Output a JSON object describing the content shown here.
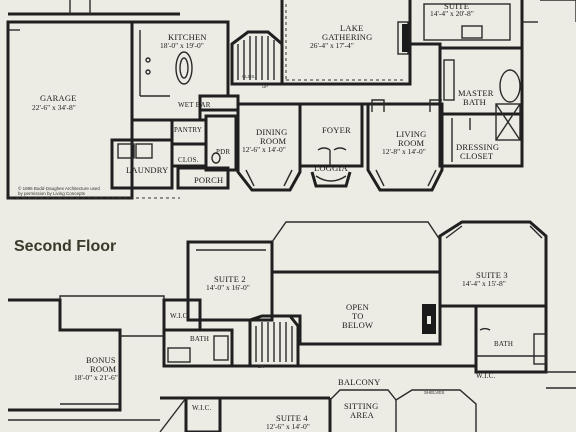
{
  "sections": {
    "second_floor": "Second Floor"
  },
  "rooms": {
    "garage": {
      "name": "GARAGE",
      "dims": "22'-6\" x 34'-8\""
    },
    "kitchen": {
      "name": "KITCHEN",
      "dims": "18'-0\" x 19'-0\""
    },
    "lake_gathering": {
      "name": "LAKE",
      "name2": "GATHERING",
      "dims": "26'-4\" x 17'-4\""
    },
    "suite_top": {
      "name": "SUITE",
      "dims": "14'-4\" x 20'-8\""
    },
    "master_bath": {
      "name": "MASTER",
      "name2": "BATH"
    },
    "wet_bar": {
      "name": "WET BAR"
    },
    "pantry": {
      "name": "PANTRY"
    },
    "dining": {
      "name": "DINING",
      "name2": "ROOM",
      "dims": "12'-6\" x 14'-0\""
    },
    "foyer": {
      "name": "FOYER"
    },
    "living": {
      "name": "LIVING",
      "name2": "ROOM",
      "dims": "12'-8\" x 14'-0\""
    },
    "dressing": {
      "name": "DRESSING",
      "name2": "CLOSET"
    },
    "laundry": {
      "name": "LAUNDRY"
    },
    "clos": {
      "name": "CLOS."
    },
    "pdr": {
      "name": "PDR"
    },
    "loggia": {
      "name": "LOGGIA"
    },
    "porch": {
      "name": "PORCH"
    },
    "suite2": {
      "name": "SUITE 2",
      "dims": "14'-0\" x 16'-0\""
    },
    "suite3": {
      "name": "SUITE 3",
      "dims": "14'-4\" x 15'-8\""
    },
    "open_below": {
      "name": "OPEN",
      "name2": "TO",
      "name3": "BELOW"
    },
    "wic1": {
      "name": "W.I.C."
    },
    "bath1": {
      "name": "BATH"
    },
    "bath2": {
      "name": "BATH"
    },
    "wic2": {
      "name": "W.I.C."
    },
    "bonus": {
      "name": "BONUS",
      "name2": "ROOM",
      "dims": "18'-0\" x 21'-6\""
    },
    "balcony": {
      "name": "BALCONY"
    },
    "shelves": {
      "name": "SHELVES"
    },
    "sitting": {
      "name": "SITTING",
      "name2": "AREA"
    },
    "wic3": {
      "name": "W.I.C."
    },
    "suite4": {
      "name": "SUITE 4",
      "dims": "12'-6\" x 14'-0\""
    }
  },
  "stair_labels": {
    "up": "UP",
    "dn": "DN",
    "clos": "CLOS."
  },
  "copyright": {
    "line1": "© 1995 Budd·Daughes Architecture used",
    "line2": "by permission by Living Concepts"
  }
}
